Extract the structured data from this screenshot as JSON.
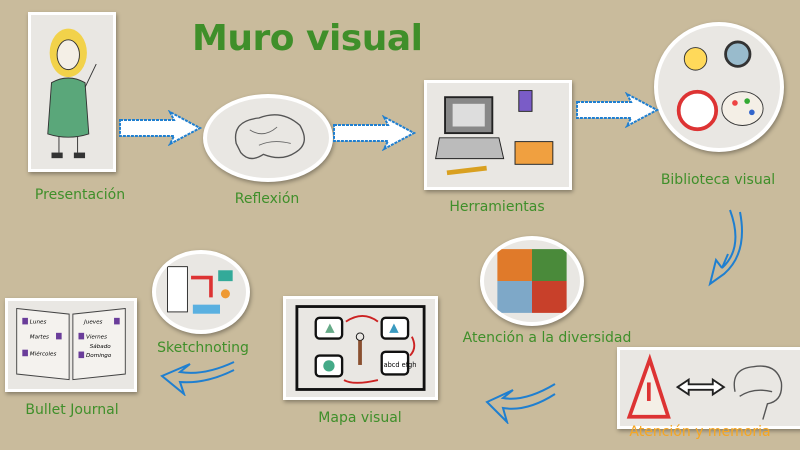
{
  "title": "Muro visual",
  "colors": {
    "background": "#c9bb9c",
    "label": "#3f8f2a",
    "highlight": "#f5a623",
    "arrow": "#1f7fd0"
  },
  "nodes": [
    {
      "id": "presentacion",
      "label": "Presentación"
    },
    {
      "id": "reflexion",
      "label": "Reflexión"
    },
    {
      "id": "herramientas",
      "label": "Herramientas"
    },
    {
      "id": "biblioteca",
      "label": "Biblioteca visual"
    },
    {
      "id": "diversidad",
      "label": "Atención a la diversidad"
    },
    {
      "id": "memoria",
      "label": "Atención y memoria"
    },
    {
      "id": "mapa",
      "label": "Mapa visual"
    },
    {
      "id": "sketchnoting",
      "label": "Sketchnoting"
    },
    {
      "id": "bullet",
      "label": "Bullet Journal"
    }
  ],
  "bullet_journal_words": [
    "Lunes",
    "Martes",
    "Miércoles",
    "Jueves",
    "Viernes",
    "Sábado",
    "Domingo"
  ],
  "mapa_text": "abcd efgh"
}
